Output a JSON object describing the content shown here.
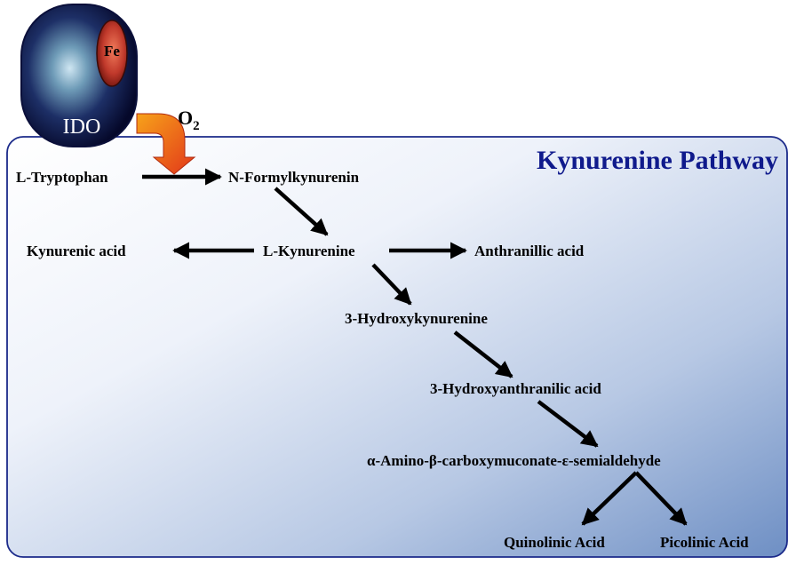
{
  "enzyme": {
    "name": "IDO",
    "cofactor": "Fe",
    "cosubstrate": "O",
    "cosubstrate_subscript": "2"
  },
  "pathway": {
    "title": "Kynurenine Pathway",
    "nodes": {
      "tryptophan": "L-Tryptophan",
      "formylkynurenin": "N-Formylkynurenin",
      "kynurenine": "L-Kynurenine",
      "kynurenic_acid": "Kynurenic acid",
      "anthranillic_acid": "Anthranillic acid",
      "hydroxykynurenine": "3-Hydroxykynurenine",
      "hydroxyanthranilic_acid": "3-Hydroxyanthranilic acid",
      "acms": "α-Amino-β-carboxymuconate-ε-semialdehyde",
      "quinolinic_acid": "Quinolinic Acid",
      "picolinic_acid": "Picolinic Acid"
    }
  },
  "colors": {
    "panel_border": "#1b2a8a",
    "title": "#0f1a8c",
    "enzyme_body": "#0a0f3a",
    "heme": "#c0392b",
    "oxygen_arrow": "#e8501a",
    "arrow": "#000000"
  }
}
